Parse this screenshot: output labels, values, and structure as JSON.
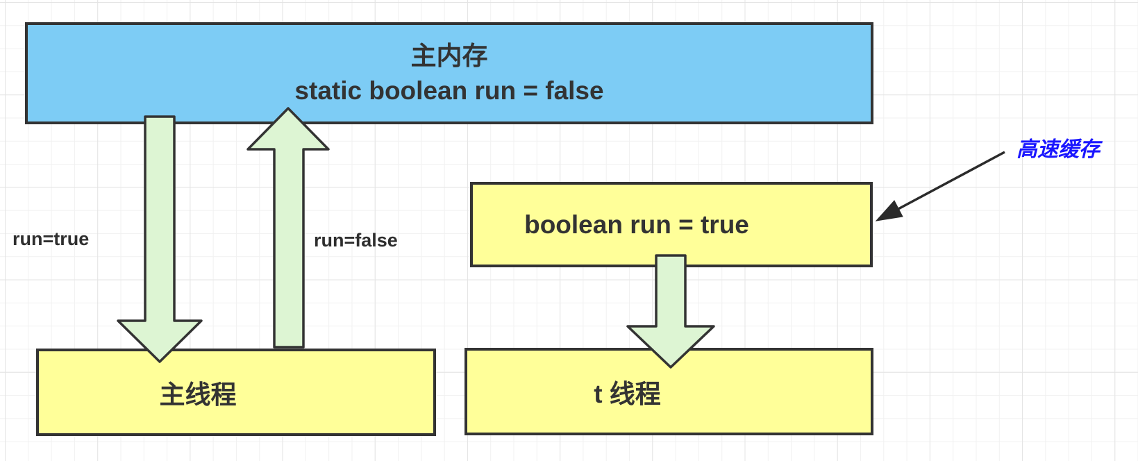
{
  "diagram": {
    "main_memory": {
      "title": "主内存",
      "code": "static boolean run = false"
    },
    "cache_box": {
      "code": "boolean run = true"
    },
    "main_thread": {
      "label": "主线程"
    },
    "t_thread": {
      "label": "t 线程"
    },
    "labels": {
      "run_true": "run=true",
      "run_false": "run=false",
      "cache": "高速缓存"
    },
    "colors": {
      "main_memory_fill": "#7dccf5",
      "thread_box_fill": "#ffff99",
      "block_arrow_fill": "#ddf5d3",
      "shape_outline": "#333333",
      "cache_label_text": "#1a16ff",
      "body_text": "#333333"
    }
  }
}
